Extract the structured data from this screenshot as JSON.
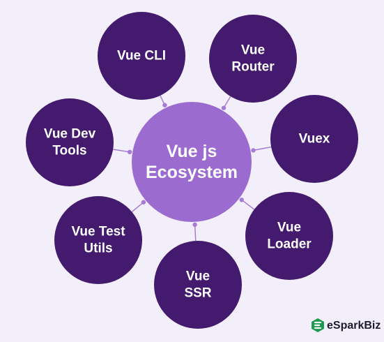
{
  "hub": {
    "lines": [
      "Vue js",
      "Ecosystem"
    ],
    "color": "#9b6bd0"
  },
  "nodes": [
    {
      "id": "vue-cli",
      "lines": [
        "Vue CLI"
      ]
    },
    {
      "id": "vue-router",
      "lines": [
        "Vue",
        "Router"
      ]
    },
    {
      "id": "vuex",
      "lines": [
        "Vuex"
      ]
    },
    {
      "id": "vue-loader",
      "lines": [
        "Vue",
        "Loader"
      ]
    },
    {
      "id": "vue-ssr",
      "lines": [
        "Vue",
        "SSR"
      ]
    },
    {
      "id": "vue-test-utils",
      "lines": [
        "Vue Test",
        "Utils"
      ]
    },
    {
      "id": "vue-dev-tools",
      "lines": [
        "Vue Dev",
        "Tools"
      ]
    }
  ],
  "colors": {
    "node": "#431a6e",
    "connector": "#a67bd6",
    "background": "#f3effa",
    "brand_green": "#1e9a4f",
    "brand_text": "#1c1c2e"
  },
  "brand": {
    "name": "eSparkBiz",
    "icon": "esparkbiz-logo-icon"
  }
}
